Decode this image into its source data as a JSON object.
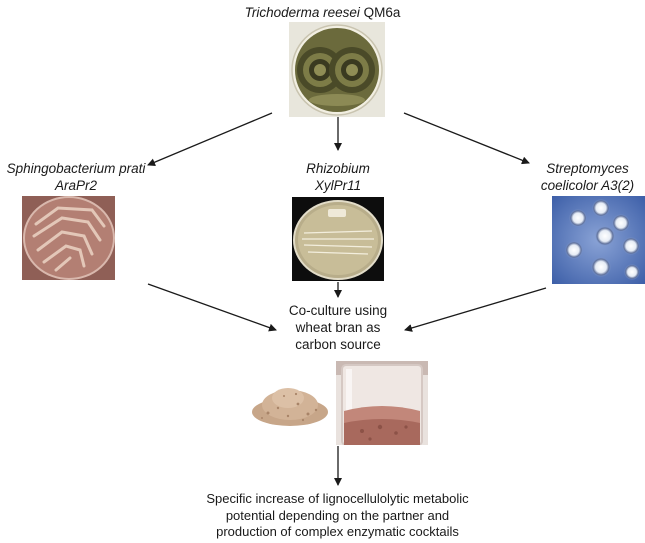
{
  "top": {
    "species": "Trichoderma reesei",
    "strain": "QM6a"
  },
  "partners": {
    "left": {
      "line1": "Sphingobacterium prati",
      "line2": "AraPr2"
    },
    "middle": {
      "line1": "Rhizobium",
      "line2": "XylPr11"
    },
    "right": {
      "line1": "Streptomyces",
      "line2": "coelicolor A3(2)"
    }
  },
  "coculture": {
    "line1": "Co-culture using",
    "line2": "wheat bran as",
    "line3": "carbon source"
  },
  "result": {
    "line1": "Specific increase of lignocellulolytic metabolic",
    "line2": "potential depending on the partner and",
    "line3": "production of complex enzymatic cocktails"
  },
  "colors": {
    "arrow": "#1a1a1a",
    "fungus_plate": "#3b3a22",
    "pink_agar": "#a8746a",
    "blue_agar": "#4d6fb5"
  }
}
